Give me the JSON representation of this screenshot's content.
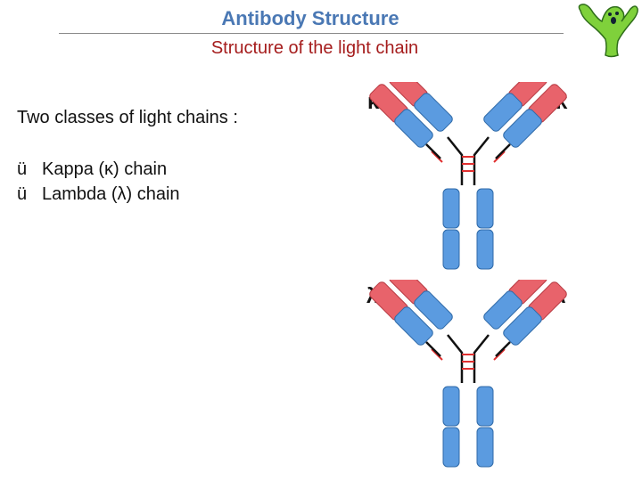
{
  "header": {
    "title": "Antibody Structure",
    "subtitle": "Structure of the light chain"
  },
  "content": {
    "intro": "Two classes of light chains :",
    "check_glyph": "ü",
    "items": [
      {
        "label": "Kappa (κ) chain"
      },
      {
        "label": "Lambda (λ) chain"
      }
    ]
  },
  "diagrams": [
    {
      "left_label": "κ",
      "right_label": "κ"
    },
    {
      "left_label": "λ",
      "right_label": "λ"
    }
  ],
  "colors": {
    "title": "#4a78b4",
    "subtitle": "#a51c1c",
    "light_constant": "#e8636b",
    "heavy_domain": "#5b9be0",
    "bond": "#e03030",
    "mascot": "#7fd13b"
  }
}
